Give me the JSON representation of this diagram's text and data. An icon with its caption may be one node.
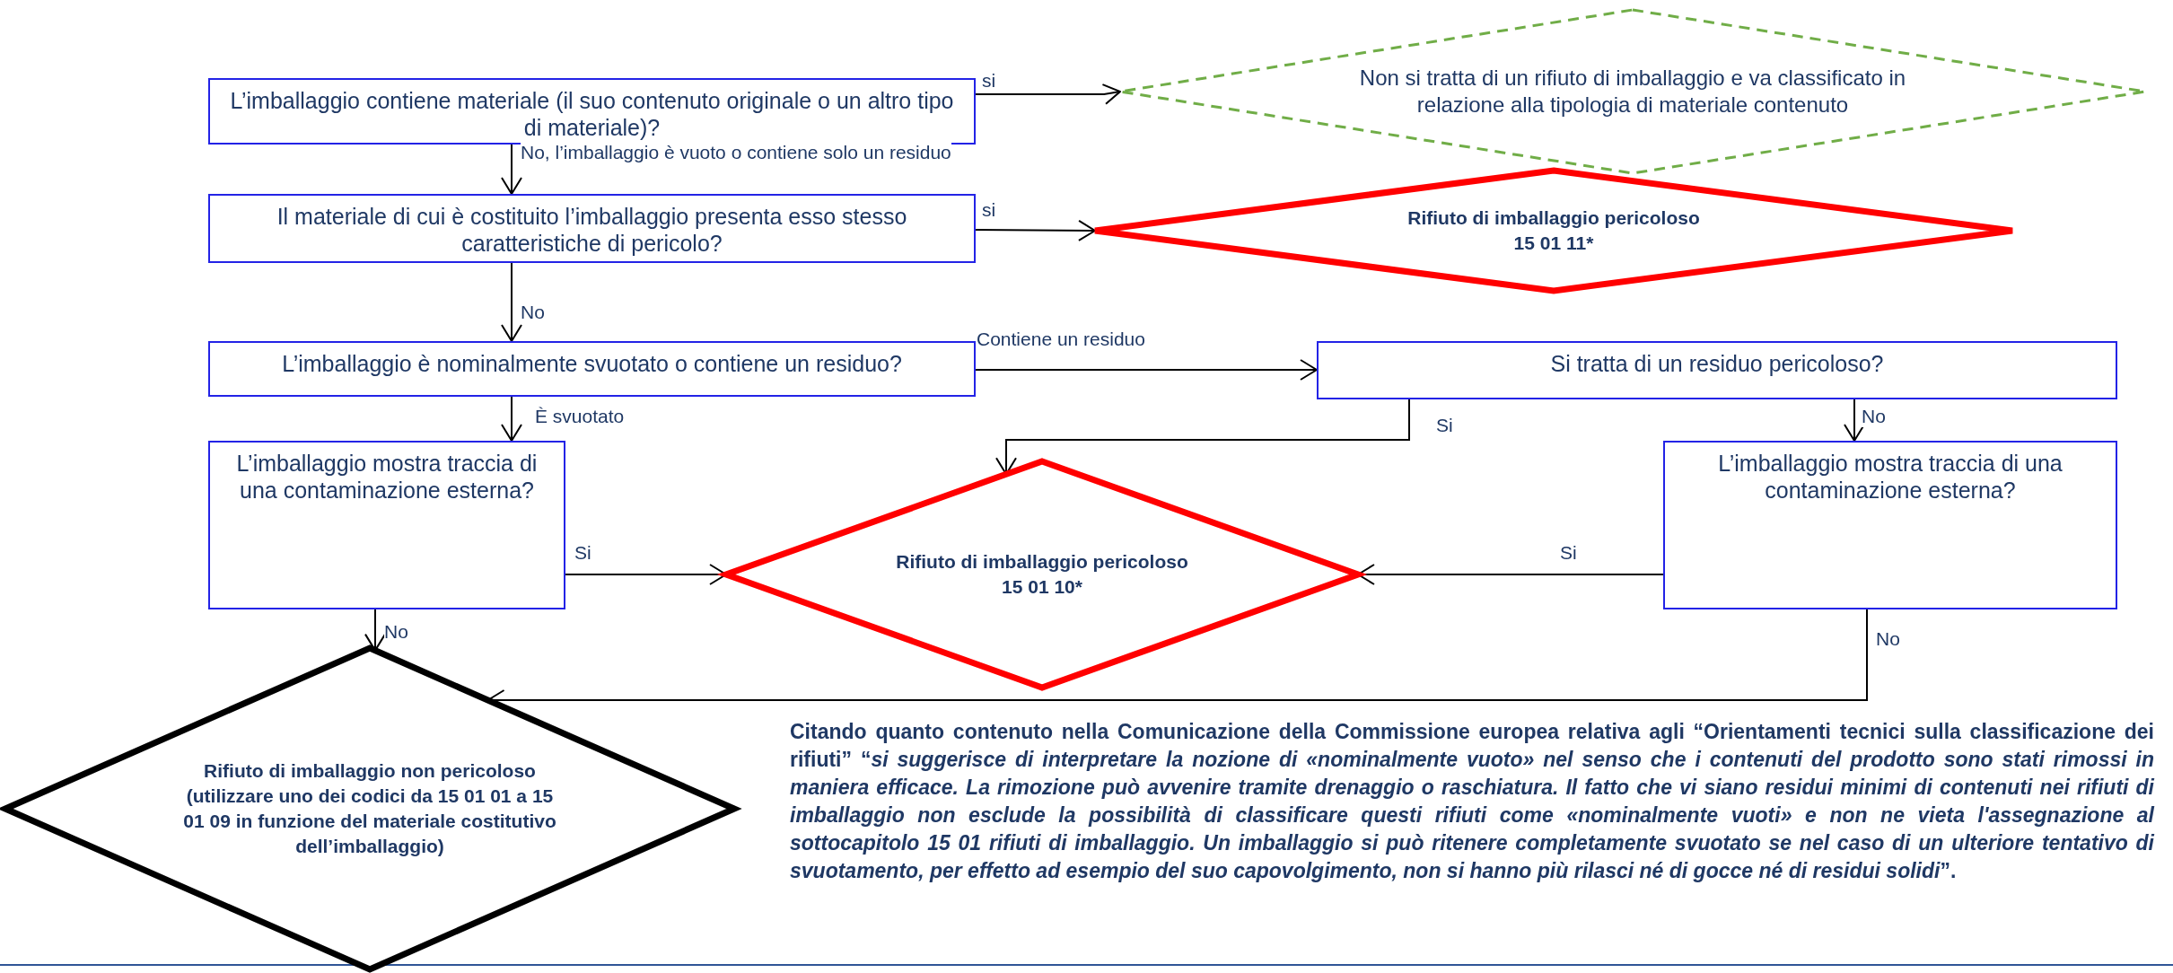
{
  "diagram": {
    "nodes": [
      {
        "text": [
          "L’imballaggio contiene materiale (il suo contenuto originale o un altro tipo di materiale)?"
        ]
      },
      {
        "text": [
          "Non si tratta di un rifiuto di imballaggio e va classificato in relazione alla tipologia di materiale contenuto"
        ]
      },
      {
        "text": [
          "Il materiale di cui è costituito l’imballaggio presenta esso stesso caratteristiche di pericolo?"
        ]
      },
      {
        "text": [
          "Rifiuto di imballaggio pericoloso",
          "15 01 11*"
        ]
      },
      {
        "text": [
          "L’imballaggio è nominalmente svuotato o contiene un residuo?"
        ]
      },
      {
        "text": [
          "Si tratta di un residuo pericoloso?"
        ]
      },
      {
        "text": [
          "L’imballaggio mostra traccia di una contaminazione esterna?"
        ]
      },
      {
        "text": [
          "Rifiuto di imballaggio pericoloso",
          "15 01 10*"
        ]
      },
      {
        "text": [
          "L’imballaggio mostra traccia di una contaminazione esterna?"
        ]
      },
      {
        "text": [
          "Rifiuto di imballaggio non pericoloso",
          "(utilizzare uno dei codici da 15 01 01 a 15 01 09 in funzione del materiale costitutivo dell’imballaggio)"
        ]
      }
    ],
    "edges": [
      {
        "from": 0,
        "to": 1,
        "arrow": "to",
        "label": "si"
      },
      {
        "from": 0,
        "to": 2,
        "arrow": "to",
        "label": "No, l’imballaggio è vuoto o contiene solo un residuo"
      },
      {
        "from": 2,
        "to": 3,
        "arrow": "to",
        "label": "si"
      },
      {
        "from": 2,
        "to": 4,
        "arrow": "to",
        "label": "No"
      },
      {
        "from": 4,
        "to": 5,
        "arrow": "to",
        "label": "Contiene un residuo"
      },
      {
        "from": 4,
        "to": 6,
        "arrow": "to",
        "label": "È svuotato"
      },
      {
        "from": 5,
        "to": 7,
        "arrow": "to",
        "label": "Si"
      },
      {
        "from": 5,
        "to": 8,
        "arrow": "to",
        "label": "No"
      },
      {
        "from": 6,
        "to": 7,
        "arrow": "to",
        "label": "Si"
      },
      {
        "from": 8,
        "to": 7,
        "arrow": "to",
        "label": "Si"
      },
      {
        "from": 8,
        "to": 9,
        "arrow": "to",
        "label": "No"
      },
      {
        "from": 6,
        "to": 9,
        "arrow": "to",
        "label": "No"
      }
    ],
    "labels": [
      "Citando quanto contenuto nella Comunicazione della Commissione europea relativa agli “Orientamenti tecnici sulla classificazione dei rifiuti” “*si suggerisce di interpretare la nozione di «nominalmente vuoto» nel senso che i contenuti del prodotto sono stati rimossi in maniera efficace. La rimozione può avvenire tramite drenaggio o raschiatura. Il fatto che vi siano residui minimi di contenuti nei rifiuti di imballaggio non esclude la possibilità di classificare questi rifiuti come «nominalmente vuoti» e non ne vieta l'assegnazione al sottocapitolo 15 01 rifiuti di imballaggio. Un imballaggio si può ritenere completamente svuotato se nel caso di un ulteriore tentativo di svuotamento, per effetto ad esempio del suo capovolgimento, non si hanno più rilasci né di gocce né di residui solidi*”."
    ]
  }
}
